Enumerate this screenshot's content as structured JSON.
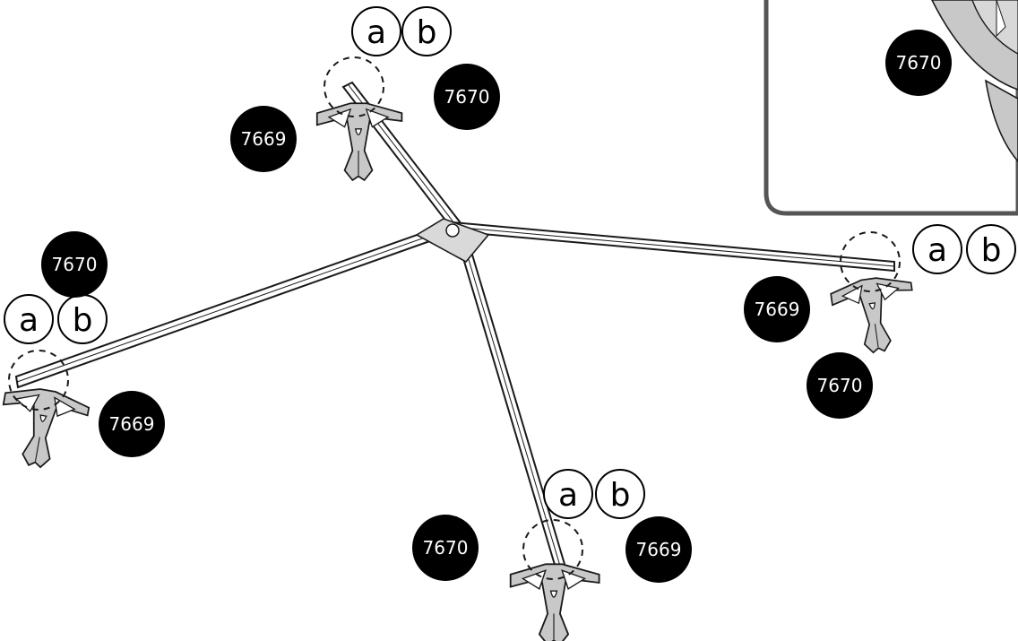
{
  "part_numbers": {
    "bracket_a": "7669",
    "bracket_b": "7670"
  },
  "step_letters": {
    "a": "a",
    "b": "b"
  },
  "colors": {
    "badge_fill": "#000000",
    "badge_text": "#ffffff",
    "frame_stroke": "#1a1a1a",
    "bracket_fill": "#c8c8c8",
    "inset_border": "#555555"
  }
}
